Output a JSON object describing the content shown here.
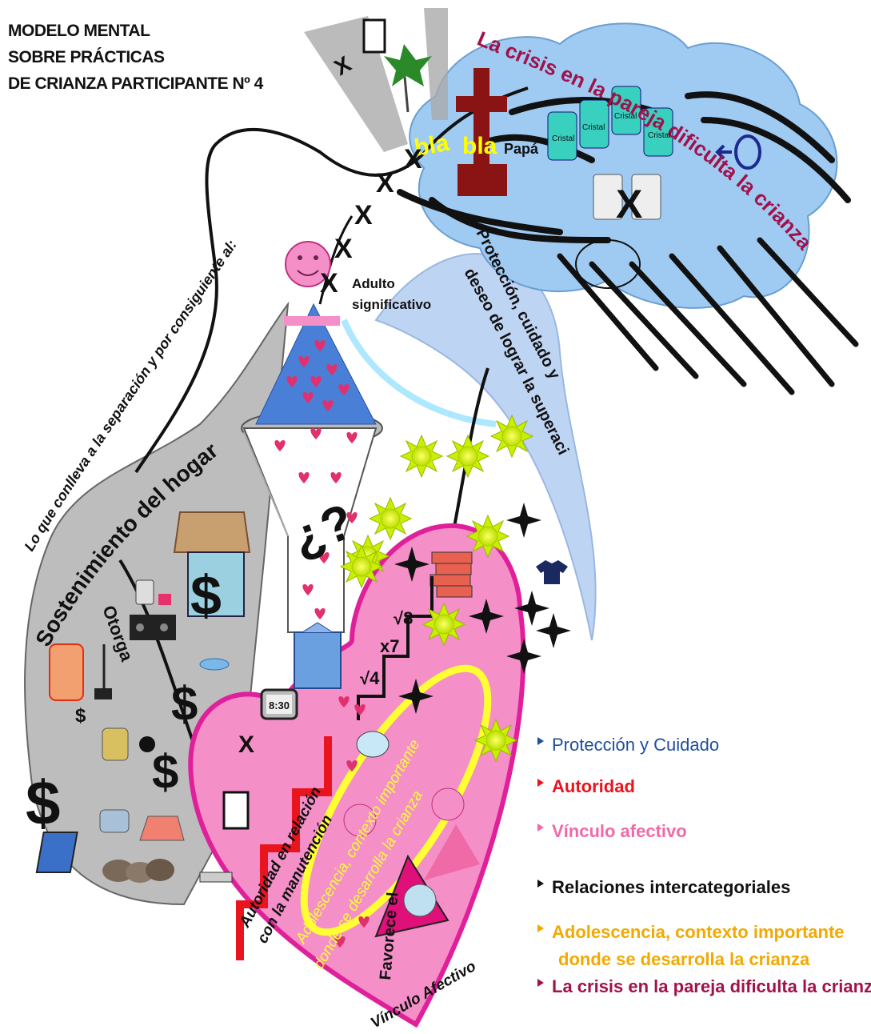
{
  "title": {
    "line1": "MODELO MENTAL",
    "line2": "SOBRE  PRÁCTICAS",
    "line3": "DE  CRIANZA PARTICIPANTE Nº 4"
  },
  "labels": {
    "separacion": "Lo  que conlleva  a la separación  y por consiguiente al:",
    "crisis_cloud": "La crisis en la pareja dificulta la crianza",
    "proteccion_arc": "Protección, cuidado y deseo de lograr la superación de los hijos",
    "sostenimiento": "Sostenimiento del hogar",
    "otorga": "Otorga",
    "adulto_line1": "Adulto",
    "adulto_line2": "significativo",
    "papa": "Papá",
    "bla1": "bla",
    "bla2": "bla",
    "cristal": "Cristal",
    "clock_time": "8:30",
    "autoridad_line1": "Autoridad en relación",
    "autoridad_line2": "con la manutención",
    "adolescencia_line1": "Adolescencia,   contexto      importante",
    "adolescencia_line2": "donde se desarrolla la crianza",
    "favorece": "Favorece el",
    "vinculo": "Vínculo  Afectivo",
    "question": "¿?",
    "dollar": "$",
    "x_mark": "X",
    "step_check8": "√8",
    "step_x7": "x7",
    "step_check4": "√4"
  },
  "legend": {
    "items": [
      {
        "text": "Protección y Cuidado",
        "color": "#1f4e9c"
      },
      {
        "text": "Autoridad",
        "color": "#e8141e"
      },
      {
        "text": "Vínculo afectivo",
        "color": "#f06aa8"
      },
      {
        "text": "Relaciones intercategoriales",
        "color": "#111111"
      },
      {
        "text": "Adolescencia, contexto importante",
        "color": "#f2a900"
      },
      {
        "text": "donde se desarrolla la crianza",
        "color": "#f2a900"
      },
      {
        "text": "La crisis en la pareja dificulta la crianza",
        "color": "#a0124a"
      }
    ]
  },
  "colors": {
    "cloud": "#9fcaf2",
    "heart": "#f48fc8",
    "heart_border": "#e0209a",
    "grey_blob": "#bdbdbd",
    "arc": "#b8d0f2",
    "sun": "#c8f000",
    "yellow_ring": "#ffff33"
  },
  "icons": [
    "cloud-icon",
    "heart-icon",
    "sun-icon",
    "star-icon",
    "funnel-icon",
    "smiley-icon",
    "dollar-icon",
    "house-icon",
    "stove-icon",
    "iron-icon",
    "computer-icon",
    "clock-icon",
    "books-icon",
    "tshirt-icon",
    "cross-icon",
    "gift-box-icon",
    "scales-icon",
    "circle-arrow-icon",
    "megaphone-icon"
  ]
}
